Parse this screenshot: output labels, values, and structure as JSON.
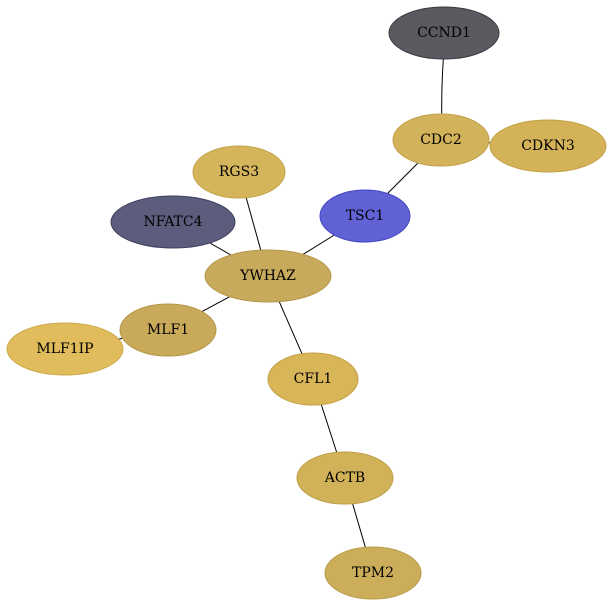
{
  "nodes": [
    {
      "id": "CCND1",
      "label": "CCND1",
      "fill": "#5a5a60",
      "stroke": "#3a3a40",
      "text_color": "#000000"
    },
    {
      "id": "CDC2",
      "label": "CDC2",
      "fill": "#d2b25a",
      "stroke": "#c0a048",
      "text_color": "#000000"
    },
    {
      "id": "CDKN3",
      "label": "CDKN3",
      "fill": "#d4b358",
      "stroke": "#c2a146",
      "text_color": "#000000"
    },
    {
      "id": "RGS3",
      "label": "RGS3",
      "fill": "#d4b55c",
      "stroke": "#c2a34a",
      "text_color": "#000000"
    },
    {
      "id": "TSC1",
      "label": "TSC1",
      "fill": "#6062d6",
      "stroke": "#4446c0",
      "text_color": "#000000"
    },
    {
      "id": "NFATC4",
      "label": "NFATC4",
      "fill": "#5c5c7c",
      "stroke": "#3e3e60",
      "text_color": "#000000"
    },
    {
      "id": "YWHAZ",
      "label": "YWHAZ",
      "fill": "#c8aa5c",
      "stroke": "#b4964a",
      "text_color": "#000000"
    },
    {
      "id": "MLF1",
      "label": "MLF1",
      "fill": "#c8aa5a",
      "stroke": "#b49648",
      "text_color": "#000000"
    },
    {
      "id": "MLF1IP",
      "label": "MLF1IP",
      "fill": "#e0bc5c",
      "stroke": "#ccaa4a",
      "text_color": "#000000"
    },
    {
      "id": "CFL1",
      "label": "CFL1",
      "fill": "#d8b658",
      "stroke": "#c4a246",
      "text_color": "#000000"
    },
    {
      "id": "ACTB",
      "label": "ACTB",
      "fill": "#d2b258",
      "stroke": "#be9e46",
      "text_color": "#000000"
    },
    {
      "id": "TPM2",
      "label": "TPM2",
      "fill": "#ccae5a",
      "stroke": "#b89a48",
      "text_color": "#000000"
    }
  ],
  "edges": [
    {
      "source": "CCND1",
      "target": "CDC2"
    },
    {
      "source": "CDC2",
      "target": "CDKN3"
    },
    {
      "source": "CDC2",
      "target": "TSC1"
    },
    {
      "source": "TSC1",
      "target": "YWHAZ"
    },
    {
      "source": "RGS3",
      "target": "YWHAZ"
    },
    {
      "source": "NFATC4",
      "target": "YWHAZ"
    },
    {
      "source": "YWHAZ",
      "target": "MLF1"
    },
    {
      "source": "MLF1",
      "target": "MLF1IP"
    },
    {
      "source": "YWHAZ",
      "target": "CFL1"
    },
    {
      "source": "CFL1",
      "target": "ACTB"
    },
    {
      "source": "ACTB",
      "target": "TPM2"
    }
  ]
}
